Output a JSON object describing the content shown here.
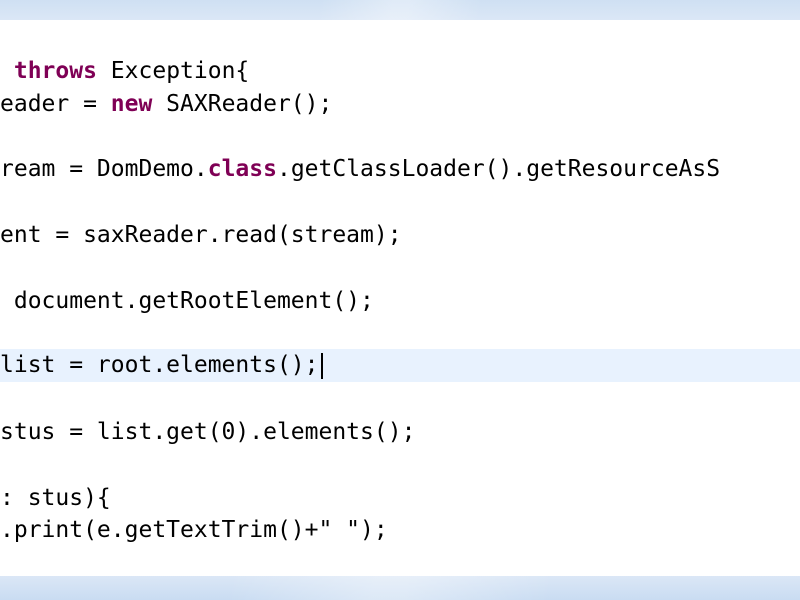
{
  "editor": {
    "lines": [
      {
        "id": "line-1",
        "segments": [
          {
            "t": " "
          },
          {
            "t": "throws",
            "kw": true
          },
          {
            "t": " Exception{"
          }
        ]
      },
      {
        "id": "line-2",
        "segments": [
          {
            "t": "eader = "
          },
          {
            "t": "new",
            "kw": true
          },
          {
            "t": " SAXReader();"
          }
        ]
      },
      {
        "id": "line-3",
        "segments": [
          {
            "t": "ream = DomDemo."
          },
          {
            "t": "class",
            "kw": true
          },
          {
            "t": ".getClassLoader().getResourceAsS"
          }
        ]
      },
      {
        "id": "line-4",
        "segments": [
          {
            "t": "ent = saxReader.read(stream);"
          }
        ]
      },
      {
        "id": "line-5",
        "segments": [
          {
            "t": " document.getRootElement();"
          }
        ]
      },
      {
        "id": "line-6",
        "segments": [
          {
            "t": "list = root.elements();"
          }
        ],
        "caret": true
      },
      {
        "id": "line-7",
        "segments": [
          {
            "t": "stus = list.get(0).elements();"
          }
        ]
      },
      {
        "id": "line-8",
        "segments": [
          {
            "t": ": stus){"
          }
        ]
      },
      {
        "id": "line-9",
        "segments": [
          {
            "t": ".print(e.getTextTrim()+\" \");"
          }
        ]
      }
    ]
  }
}
